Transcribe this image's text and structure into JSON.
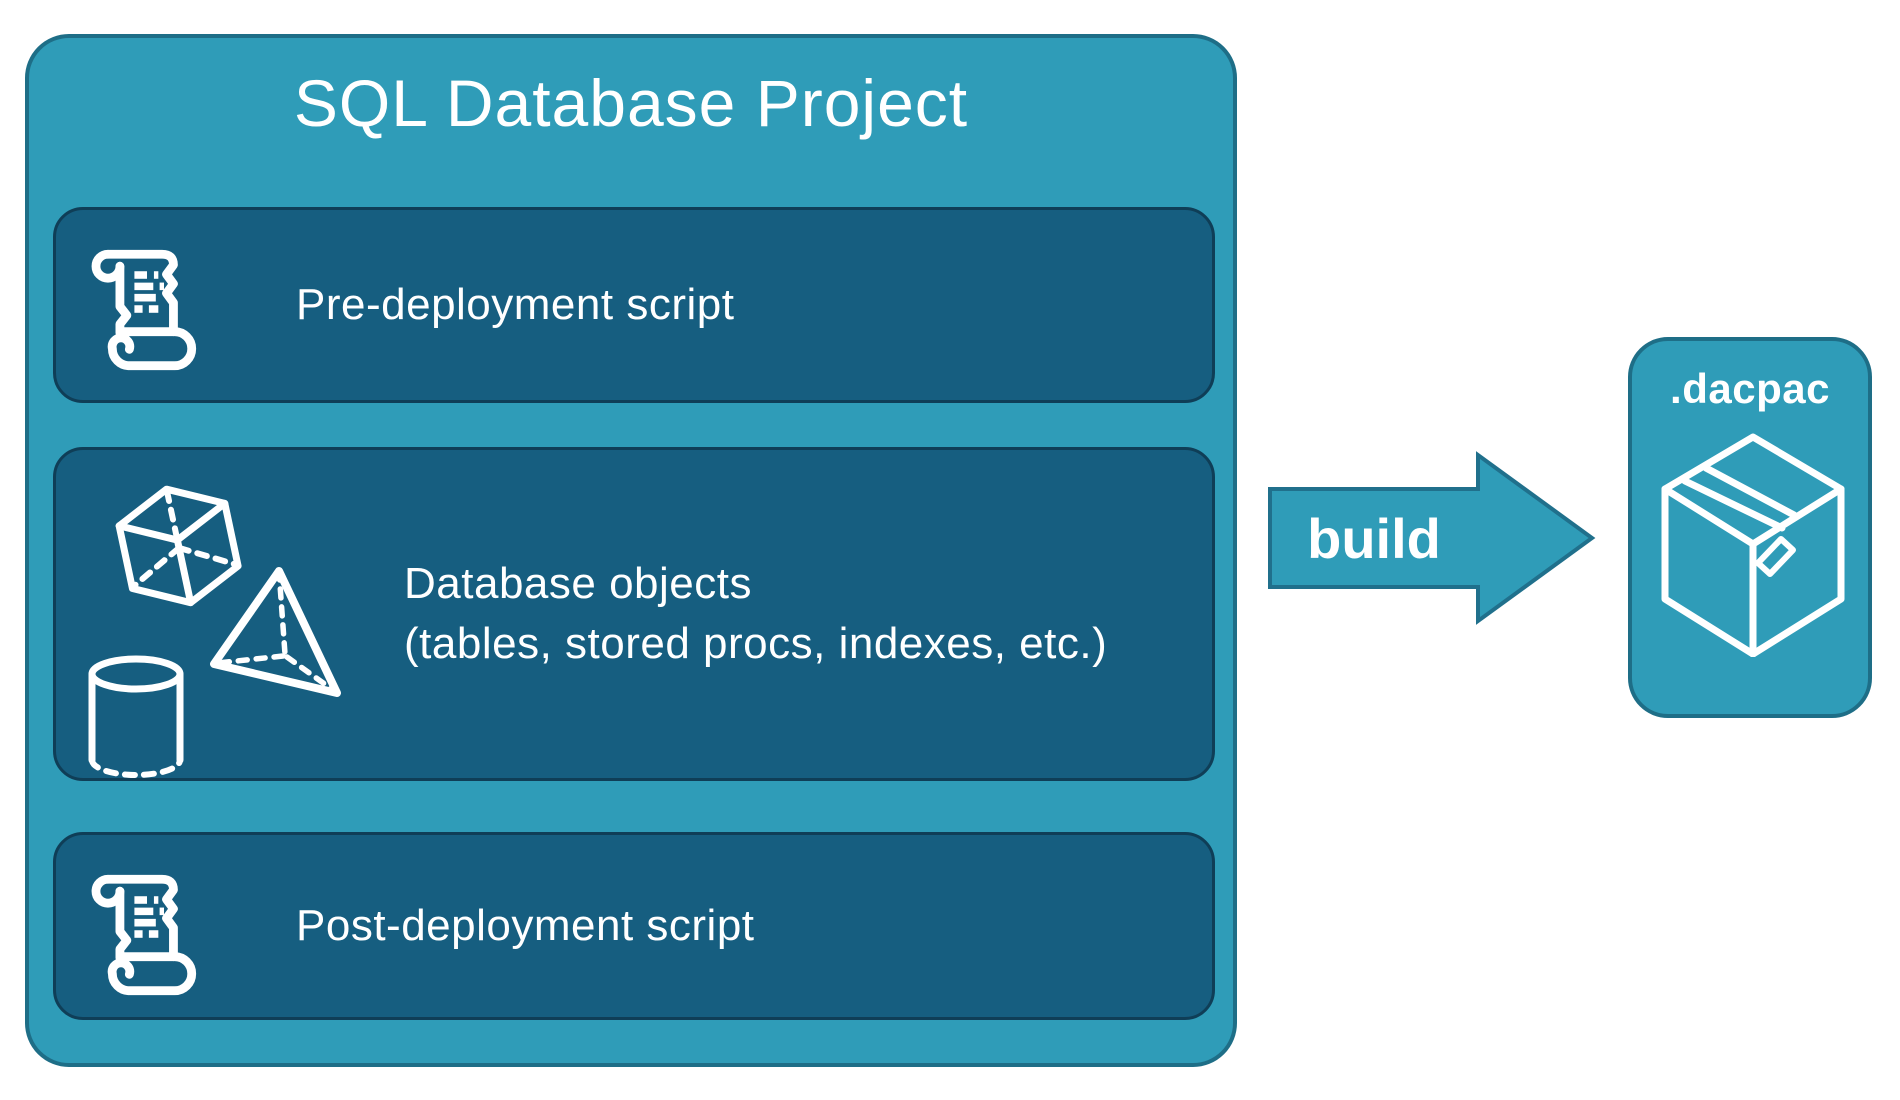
{
  "project": {
    "title": "SQL Database Project",
    "rows": [
      {
        "label": "Pre-deployment script",
        "icon": "scroll-icon"
      },
      {
        "line1": "Database objects",
        "line2": "(tables, stored procs, indexes, etc.)",
        "icons": [
          "cube-icon",
          "pyramid-icon",
          "cylinder-icon"
        ]
      },
      {
        "label": "Post-deployment script",
        "icon": "scroll-icon"
      }
    ]
  },
  "build_arrow": {
    "label": "build",
    "icon": "arrow-right-icon"
  },
  "artifact": {
    "label": ".dacpac",
    "icon": "package-icon"
  },
  "colors": {
    "canvas_background": "#FFFFFF",
    "container_fill": "#2F9CB8",
    "container_border": "#1E6E87",
    "row_fill": "#165E80",
    "row_border": "#0F3E57",
    "arrow_fill": "#2F9CB8",
    "arrow_border": "#20708C",
    "text": "#FFFFFF"
  }
}
